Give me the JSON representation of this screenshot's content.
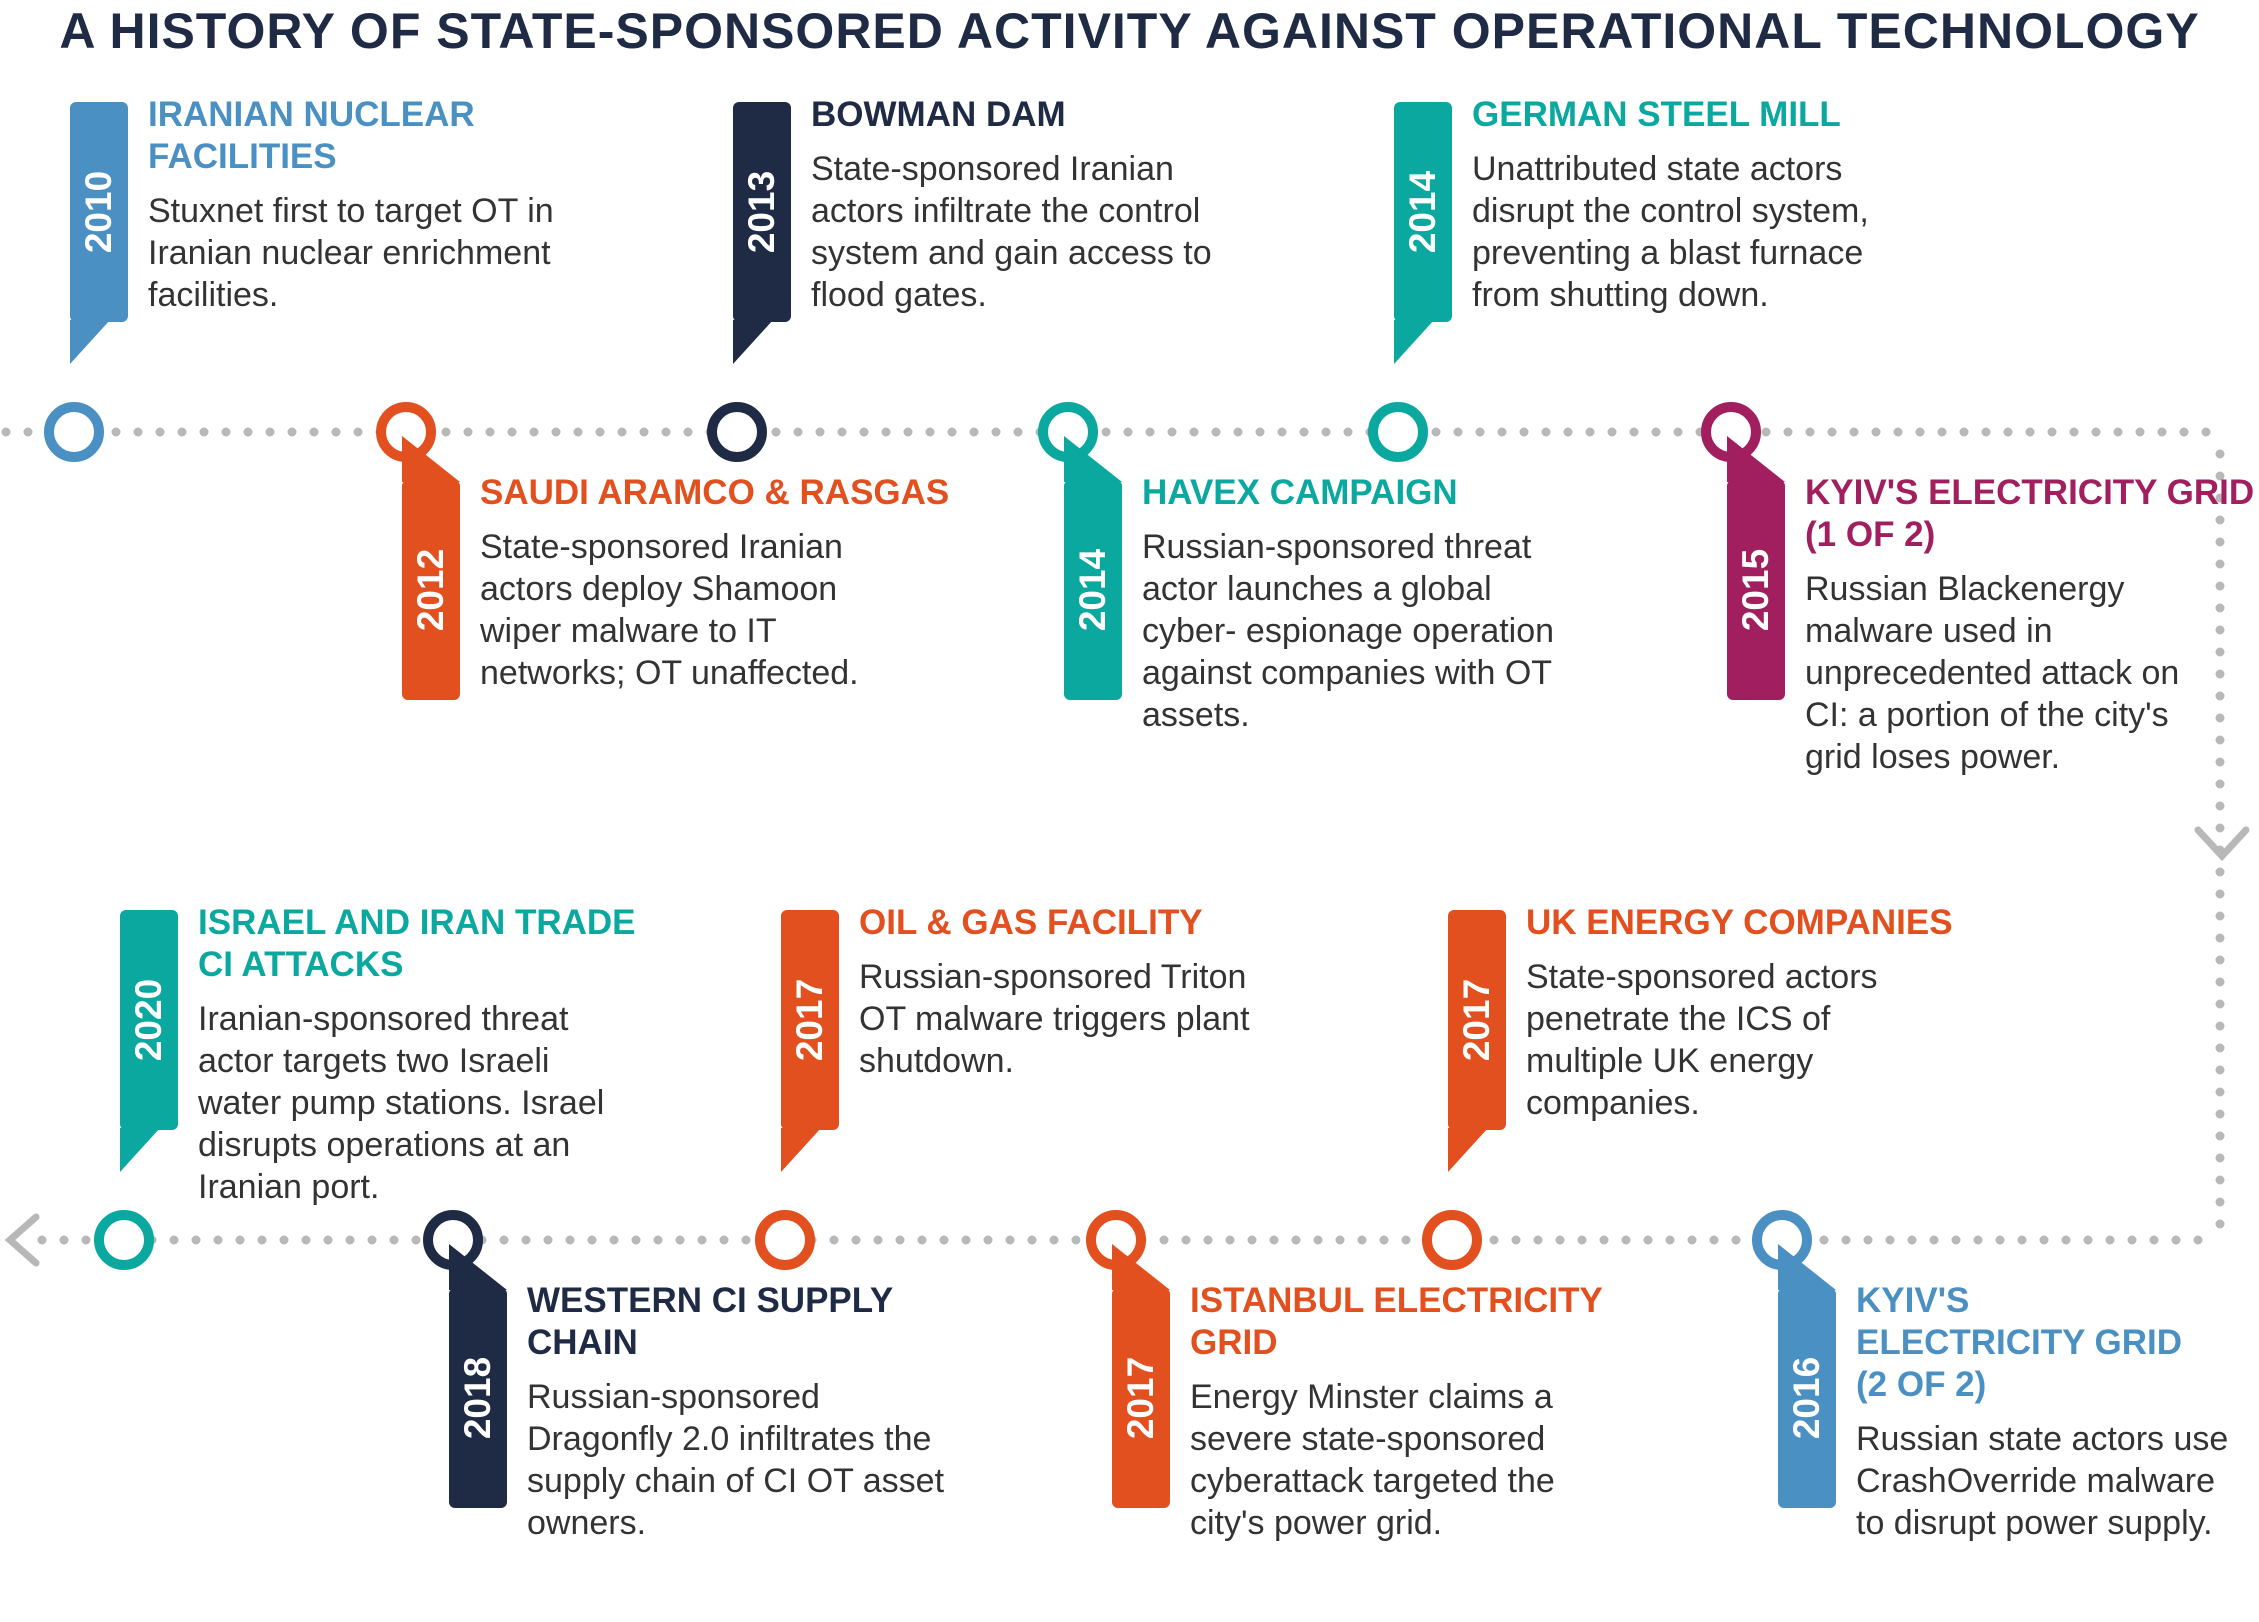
{
  "title": "A HISTORY OF STATE-SPONSORED ACTIVITY AGAINST OPERATIONAL TECHNOLOGY",
  "colors": {
    "light_blue": "#4a90c2",
    "navy": "#1f2a44",
    "teal": "#0aa89e",
    "orange": "#e1501e",
    "magenta": "#a11f5e",
    "track_dots": "#b8b8b8",
    "text": "#333333"
  },
  "events": [
    {
      "year": "2010",
      "heading": "IRANIAN NUCLEAR FACILITIES",
      "description": "Stuxnet first to target OT in Iranian nuclear enrichment facilities.",
      "color": "light_blue"
    },
    {
      "year": "2012",
      "heading": "SAUDI ARAMCO & RASGAS",
      "description": "State-sponsored Iranian actors deploy Shamoon wiper malware to IT networks; OT unaffected.",
      "color": "orange"
    },
    {
      "year": "2013",
      "heading": "BOWMAN DAM",
      "description": "State-sponsored Iranian actors infiltrate the control system and gain access to flood gates.",
      "color": "navy"
    },
    {
      "year": "2014",
      "heading": "HAVEX CAMPAIGN",
      "description": "Russian-sponsored threat actor launches a global cyber- espionage operation against companies with OT assets.",
      "color": "teal"
    },
    {
      "year": "2014",
      "heading": "GERMAN STEEL MILL",
      "description": "Unattributed state actors disrupt the control system, preventing a blast furnace from shutting down.",
      "color": "teal"
    },
    {
      "year": "2015",
      "heading": "KYIV'S ELECTRICITY GRID (1 OF 2)",
      "description": "Russian Blackenergy malware used in unprecedented attack on CI: a portion of the city's grid loses power.",
      "color": "magenta"
    },
    {
      "year": "2016",
      "heading": "KYIV'S ELECTRICITY GRID (2 OF 2)",
      "description": "Russian state actors use CrashOverride malware to disrupt power supply.",
      "color": "light_blue"
    },
    {
      "year": "2017",
      "heading": "UK ENERGY COMPANIES",
      "description": "State-sponsored actors penetrate the ICS of multiple UK energy companies.",
      "color": "orange"
    },
    {
      "year": "2017",
      "heading": "ISTANBUL ELECTRICITY GRID",
      "description": "Energy Minster claims a severe state-sponsored cyberattack targeted the city's power grid.",
      "color": "orange"
    },
    {
      "year": "2017",
      "heading": "OIL & GAS FACILITY",
      "description": "Russian-sponsored Triton OT malware triggers plant shutdown.",
      "color": "orange"
    },
    {
      "year": "2018",
      "heading": "WESTERN CI SUPPLY CHAIN",
      "description": "Russian-sponsored Dragonfly 2.0 infiltrates the supply chain of CI OT asset owners.",
      "color": "navy"
    },
    {
      "year": "2020",
      "heading": "ISRAEL AND IRAN TRADE CI ATTACKS",
      "description": "Iranian-sponsored threat actor targets two Israeli water pump stations. Israel disrupts operations at an Iranian port.",
      "color": "teal"
    }
  ]
}
